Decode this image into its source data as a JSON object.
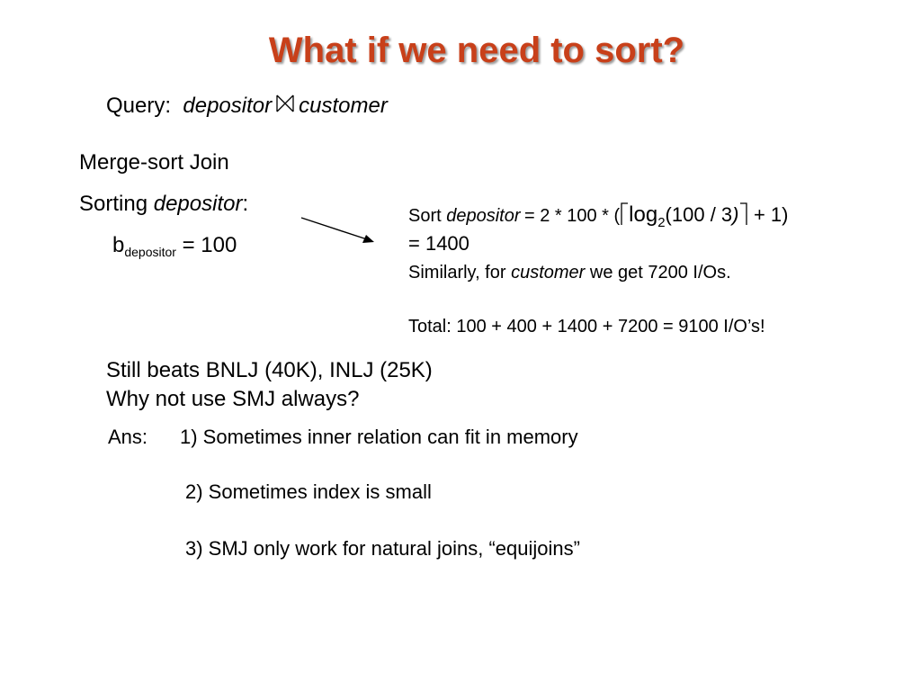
{
  "slide": {
    "title": "What if we need to sort?",
    "query": {
      "label": "Query:",
      "left_relation": "depositor",
      "right_relation": "customer"
    },
    "method": "Merge-sort Join",
    "sorting": {
      "prefix": "Sorting ",
      "relation": "depositor",
      "suffix": ":"
    },
    "blocks": {
      "symbol": "b",
      "subscript": "depositor",
      "rest": "= 100"
    },
    "cost": {
      "line1_prefix": "Sort ",
      "line1_relation": "depositor",
      "line1_eq": "= 2 * 100 * (",
      "log": "log",
      "log_base": "2",
      "log_arg": "(100 / 3",
      "paren_close": ")",
      "line1_tail": "+ 1)",
      "line2": "= 1400",
      "line3_prefix": "Similarly, for ",
      "line3_relation": "customer",
      "line3_suffix": " we get 7200 I/Os.",
      "total": "Total:  100 +  400 + 1400 + 7200 = 9100 I/O’s!"
    },
    "comparison": {
      "line1": "Still beats BNLJ (40K), INLJ  (25K)",
      "line2": "Why not use SMJ always?"
    },
    "answers": {
      "label": "Ans:",
      "items": [
        "1) Sometimes inner relation can fit in memory",
        "2) Sometimes index is small",
        "3) SMJ only work for natural joins, “equijoins”"
      ]
    },
    "colors": {
      "title": "#c8401a",
      "text": "#000000"
    }
  }
}
